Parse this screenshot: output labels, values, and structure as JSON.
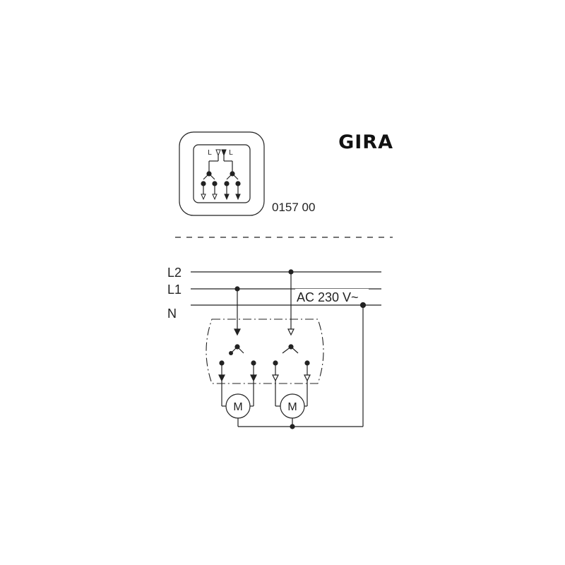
{
  "brand": "GIRA",
  "article_number": "0157 00",
  "symbol_labels": {
    "left": "L",
    "right": "L"
  },
  "lines": {
    "l2": "L2",
    "l1": "L1",
    "n": "N"
  },
  "supply_label": "AC 230 V~",
  "motor_label_1": "M",
  "motor_label_2": "M",
  "colors": {
    "ink": "#222222",
    "brand": "#111111",
    "background": "#ffffff"
  }
}
